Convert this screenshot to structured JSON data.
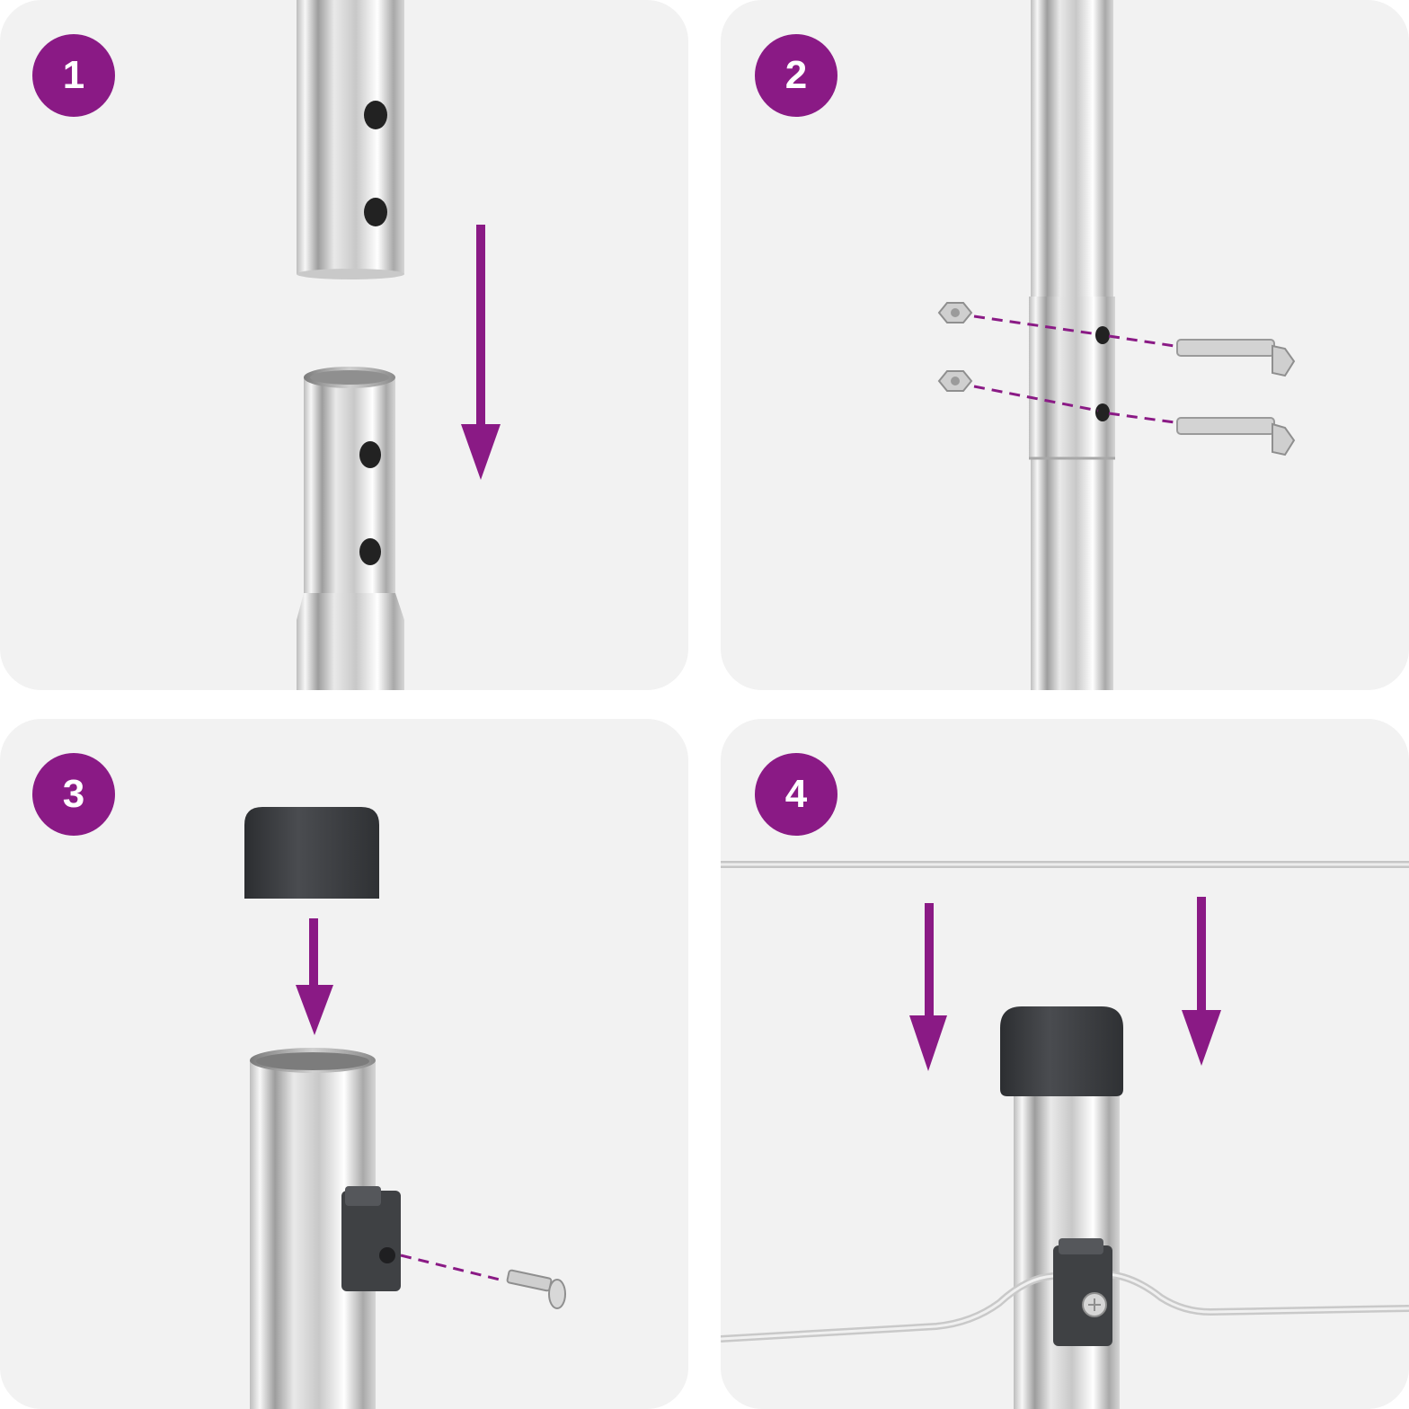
{
  "colors": {
    "accent": "#8a1a85",
    "panel_bg": "#f2f2f2",
    "cap": "#3d3f42",
    "steel_light": "#e8e8e8",
    "steel_dark": "#9a9a9a"
  },
  "steps": [
    {
      "number": "1",
      "icons": [
        "upper-pole-icon",
        "lower-pole-icon",
        "down-arrow-icon"
      ]
    },
    {
      "number": "2",
      "icons": [
        "joined-pole-icon",
        "nut-icon",
        "bolt-icon",
        "dashed-guide-icon"
      ]
    },
    {
      "number": "3",
      "icons": [
        "end-cap-icon",
        "pole-top-icon",
        "wire-clip-icon",
        "screw-icon",
        "down-arrow-icon"
      ]
    },
    {
      "number": "4",
      "icons": [
        "capped-pole-icon",
        "wire-icon",
        "wire-clip-icon",
        "down-arrow-icon"
      ]
    }
  ]
}
